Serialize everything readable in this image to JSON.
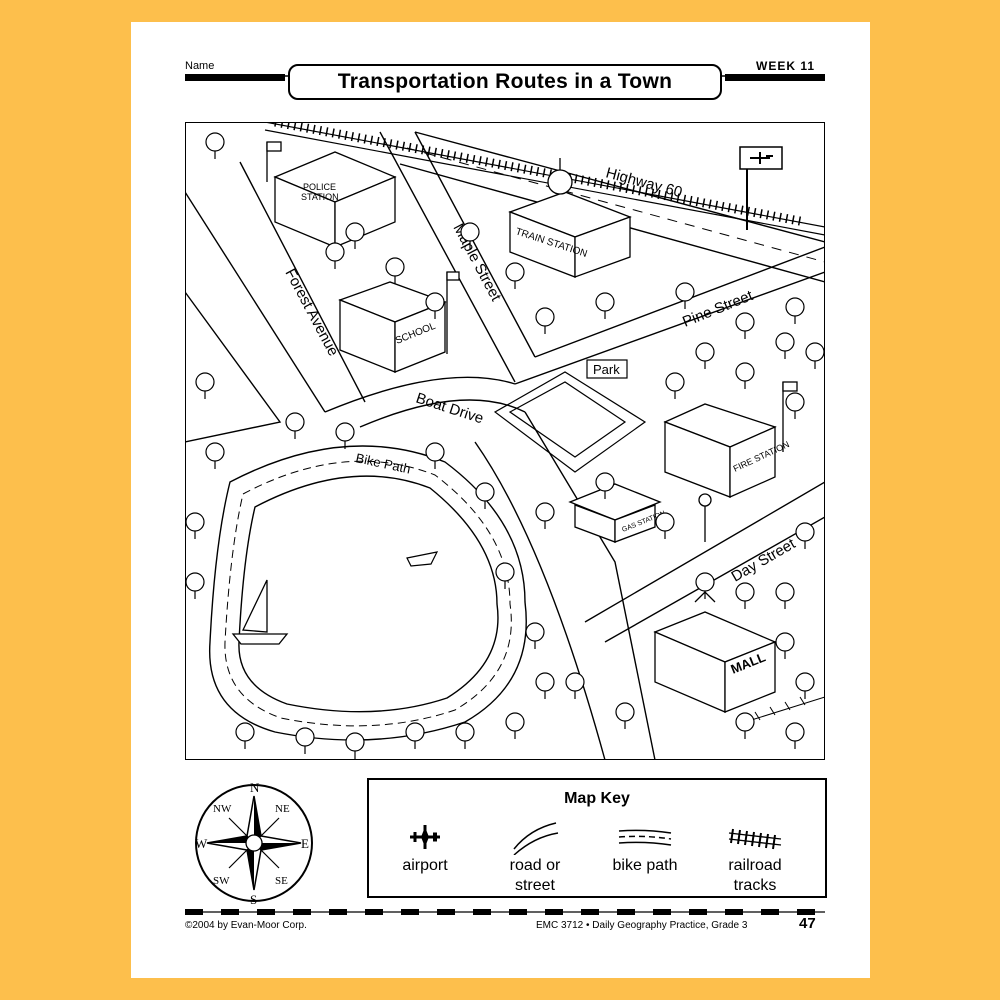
{
  "header": {
    "name_label": "Name",
    "title": "Transportation Routes in a Town",
    "week": "WEEK 11"
  },
  "map": {
    "labels": {
      "highway": "Highway 60",
      "police": "POLICE\nSTATION",
      "train": "TRAIN STATION",
      "school": "SCHOOL",
      "forest": "Forest Avenue",
      "maple": "Maple Street",
      "pine": "Pine Street",
      "boat": "Boat Drive",
      "bike": "Bike Path",
      "park": "Park",
      "fire": "FIRE STATION",
      "gas": "GAS STATION",
      "day": "Day Street",
      "mall": "MALL"
    }
  },
  "compass": {
    "n": "N",
    "s": "S",
    "e": "E",
    "w": "W",
    "ne": "NE",
    "nw": "NW",
    "se": "SE",
    "sw": "SW"
  },
  "key": {
    "title": "Map Key",
    "items": [
      {
        "icon": "airplane-icon",
        "line1": "airport",
        "line2": ""
      },
      {
        "icon": "road-icon",
        "line1": "road or",
        "line2": "street"
      },
      {
        "icon": "bike-path-icon",
        "line1": "bike path",
        "line2": ""
      },
      {
        "icon": "railroad-icon",
        "line1": "railroad",
        "line2": "tracks"
      }
    ]
  },
  "footer": {
    "copyright": "©2004 by Evan-Moor Corp.",
    "book": "EMC 3712 • Daily Geography Practice, Grade 3",
    "page": "47"
  }
}
